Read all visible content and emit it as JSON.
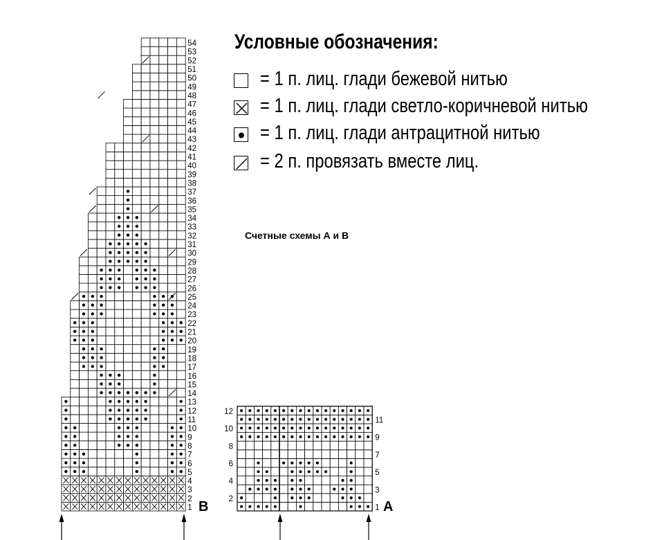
{
  "legend": {
    "title": "Условные обозначения:",
    "items": [
      {
        "symbol": "empty-square",
        "text": "= 1 п. лиц. глади бежевой нитью"
      },
      {
        "symbol": "cross-square",
        "text": "= 1 п. лиц. глади светло-коричневой нитью"
      },
      {
        "symbol": "dot-square",
        "text": "= 1 п. лиц. глади антрацитной нитью"
      },
      {
        "symbol": "slash-square",
        "text": "= 2 п. провязать вместе лиц."
      }
    ]
  },
  "caption": "Счетные схемы А и В",
  "chart_b": {
    "label": "B",
    "row_numbers": [
      "1",
      "2",
      "3",
      "4",
      "5",
      "6",
      "7",
      "8",
      "9",
      "10",
      "11",
      "12",
      "13",
      "14",
      "15",
      "16",
      "17",
      "18",
      "19",
      "20",
      "21",
      "22",
      "23",
      "24",
      "25",
      "26",
      "27",
      "28",
      "29",
      "30",
      "31",
      "32",
      "33",
      "34",
      "35",
      "36",
      "37",
      "38",
      "39",
      "40",
      "41",
      "42",
      "43",
      "44",
      "45",
      "46",
      "47",
      "48",
      "49",
      "50",
      "51",
      "52",
      "53",
      "54"
    ]
  },
  "chart_a": {
    "label": "A",
    "left_numbers": [
      "2",
      "4",
      "6",
      "8",
      "10",
      "12"
    ],
    "right_numbers": [
      "1",
      "3",
      "5",
      "7",
      "9",
      "11"
    ]
  },
  "colors": {
    "ink": "#000000",
    "background": "#ffffff"
  }
}
